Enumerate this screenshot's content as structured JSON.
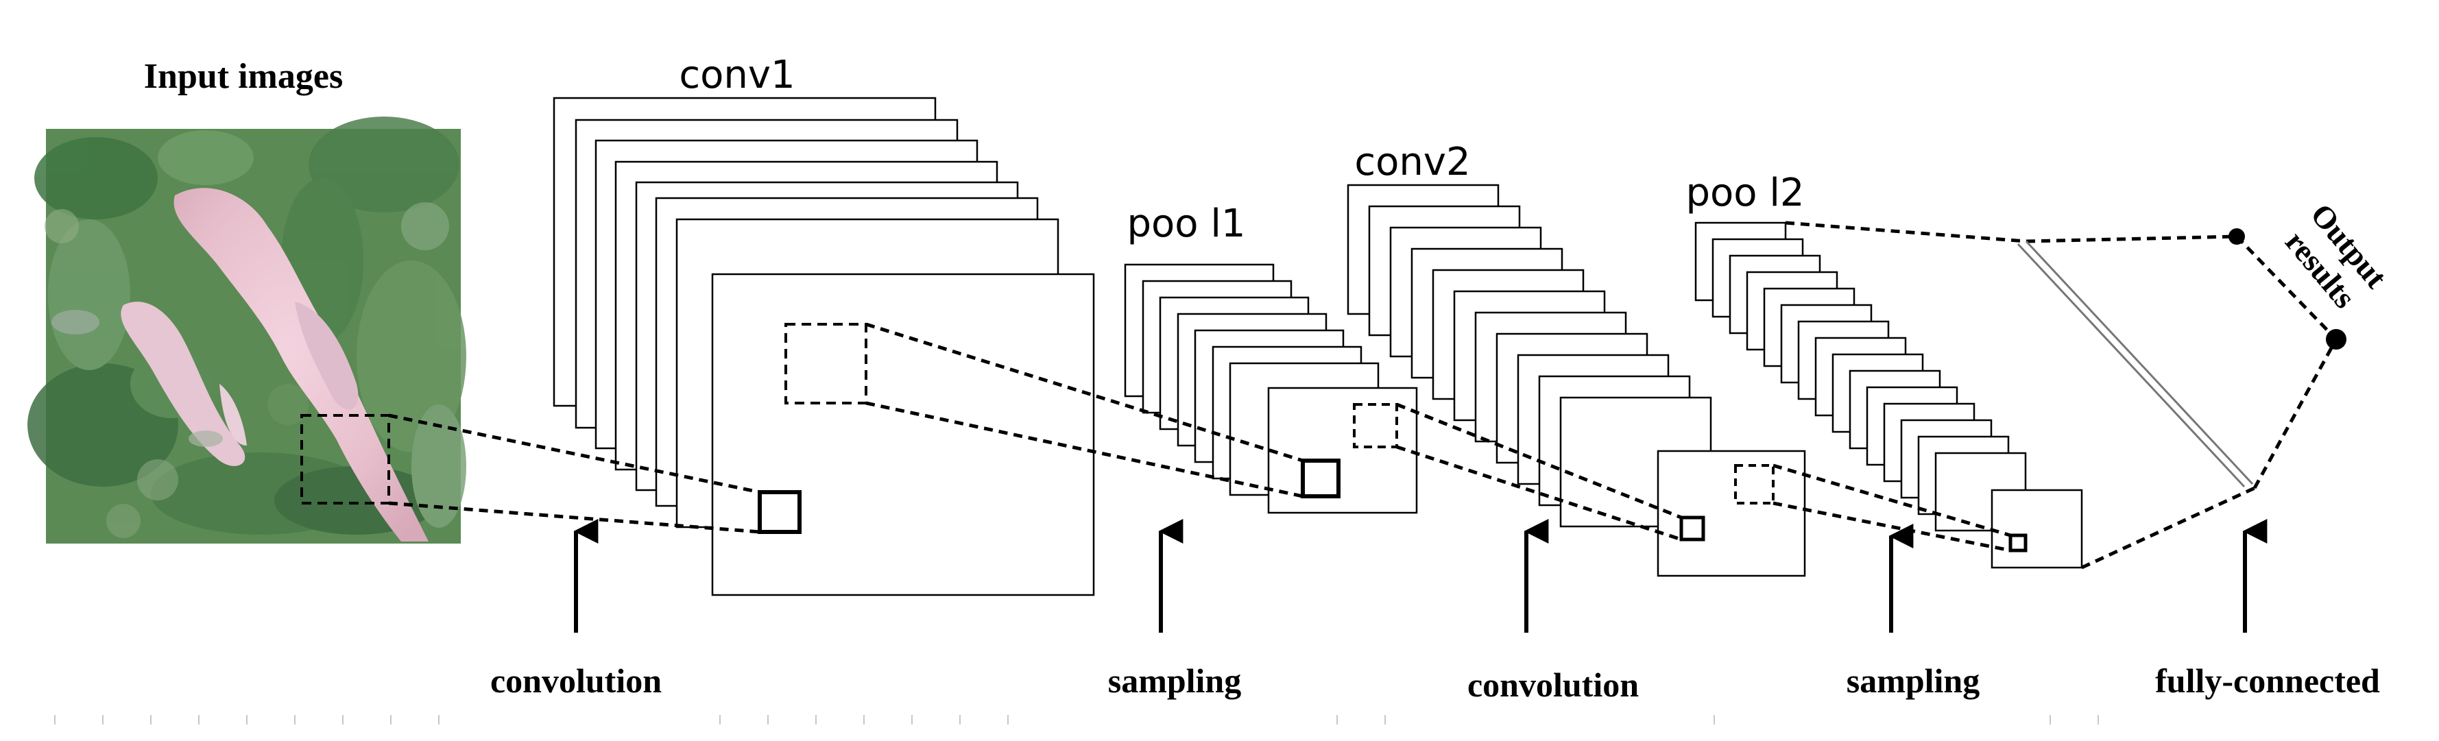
{
  "input": {
    "title": "Input images"
  },
  "layers": {
    "conv1": "conv1",
    "pool1": "poo l1",
    "conv2": "conv2",
    "pool2": "poo l2"
  },
  "operations": {
    "op1": "convolution",
    "op2": "sampling",
    "op3": "convolution",
    "op4": "sampling",
    "op5": "fully-connected"
  },
  "output": {
    "title_line1": "Output",
    "title_line2": "results"
  },
  "colors": {
    "line": "#000000",
    "background": "#ffffff"
  }
}
